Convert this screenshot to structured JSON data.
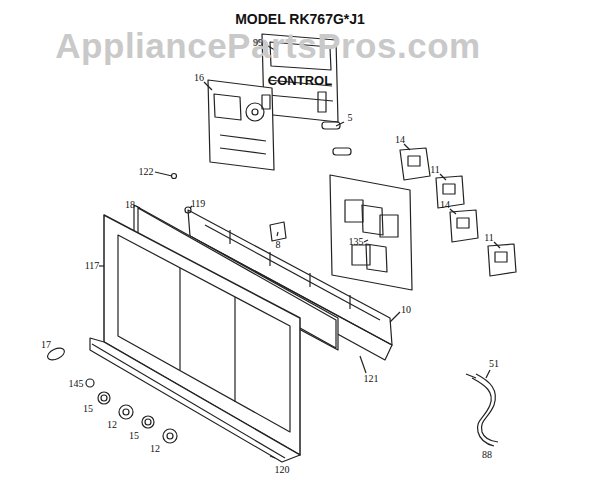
{
  "diagram": {
    "title": "MODEL RK767G*J1",
    "labels": [
      "AppliancePartsPros.com",
      "CONTROL",
      "99",
      "16",
      "5",
      "14",
      "11",
      "14",
      "11",
      "122",
      "18",
      "119",
      "8",
      "135",
      "10",
      "117",
      "121",
      "17",
      "145",
      "15",
      "12",
      "15",
      "12",
      "51",
      "88",
      "120"
    ]
  }
}
